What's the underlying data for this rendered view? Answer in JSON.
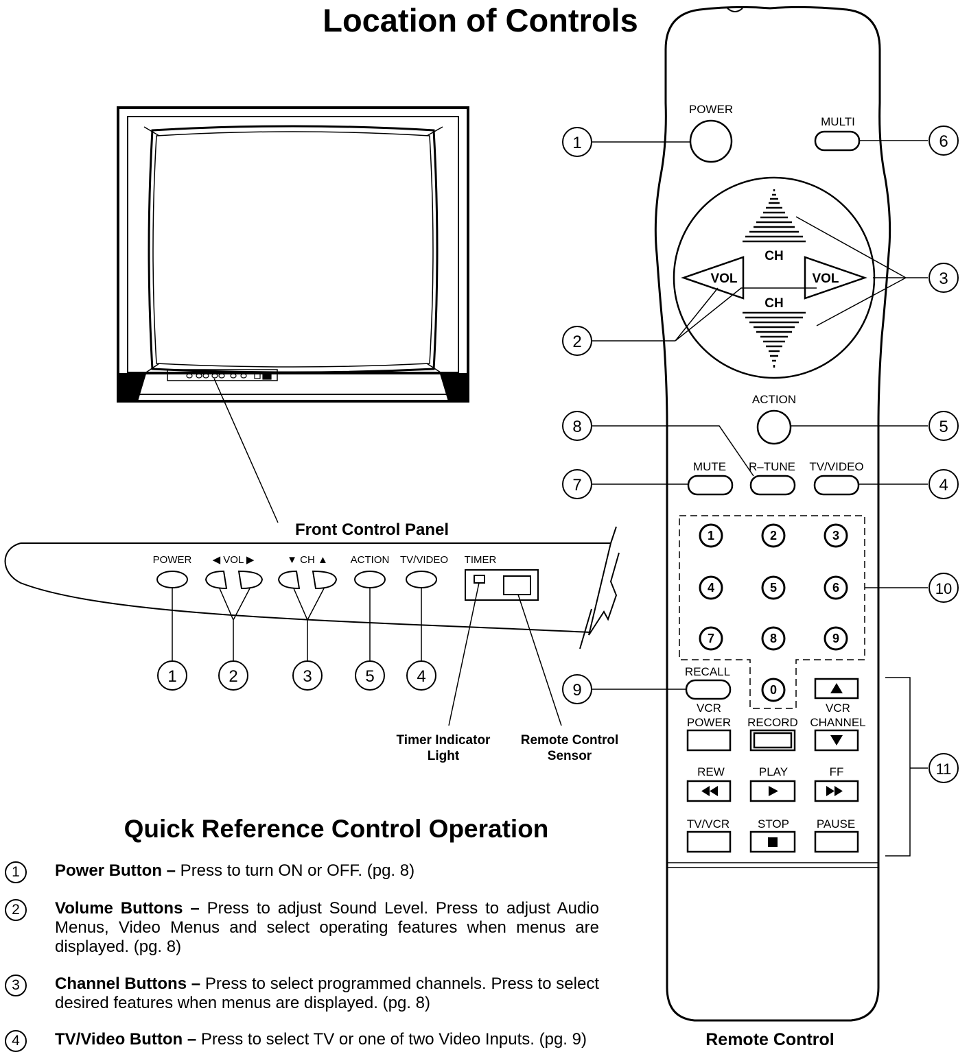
{
  "page": {
    "title": "Location of Controls"
  },
  "front_panel": {
    "heading": "Front Control Panel",
    "labels": {
      "power": "POWER",
      "vol": "◀ VOL ▶",
      "ch": "▼ CH ▲",
      "action": "ACTION",
      "tv_video": "TV/VIDEO",
      "timer": "TIMER"
    },
    "callouts": [
      "1",
      "2",
      "3",
      "5",
      "4"
    ],
    "timer_light_line1": "Timer Indicator",
    "timer_light_line2": "Light",
    "sensor_line1": "Remote Control",
    "sensor_line2": "Sensor"
  },
  "remote": {
    "caption": "Remote Control",
    "buttons": {
      "power": "POWER",
      "multi": "MULTI",
      "ch_up": "CH",
      "ch_down": "CH",
      "vol_left": "VOL",
      "vol_right": "VOL",
      "action": "ACTION",
      "mute": "MUTE",
      "r_tune": "R–TUNE",
      "tv_video": "TV/VIDEO",
      "recall": "RECALL",
      "vcr_power_1": "VCR",
      "vcr_power_2": "POWER",
      "record": "RECORD",
      "vcr_channel_1": "VCR",
      "vcr_channel_2": "CHANNEL",
      "rew": "REW",
      "play": "PLAY",
      "ff": "FF",
      "tv_vcr": "TV/VCR",
      "stop": "STOP",
      "pause": "PAUSE"
    },
    "digits": [
      "1",
      "2",
      "3",
      "4",
      "5",
      "6",
      "7",
      "8",
      "9",
      "0"
    ],
    "callouts": {
      "c1": "1",
      "c2": "2",
      "c3": "3",
      "c4": "4",
      "c5": "5",
      "c6": "6",
      "c7": "7",
      "c8": "8",
      "c9": "9",
      "c10": "10",
      "c11": "11"
    }
  },
  "quick_reference": {
    "title": "Quick Reference Control Operation",
    "items": [
      {
        "num": "1",
        "name": "Power Button –",
        "desc": " Press to turn ON or OFF. (pg. 8)"
      },
      {
        "num": "2",
        "name": "Volume Buttons –",
        "desc": " Press to adjust Sound Level. Press to adjust Audio Menus, Video Menus and select operating features when menus are displayed. (pg. 8)"
      },
      {
        "num": "3",
        "name": "Channel Buttons –",
        "desc": " Press to select programmed channels. Press to select desired features when menus are displayed. (pg. 8)"
      },
      {
        "num": "4",
        "name": "TV/Video Button –",
        "desc": " Press to select TV or one of two Video Inputs. (pg. 9)"
      }
    ]
  }
}
